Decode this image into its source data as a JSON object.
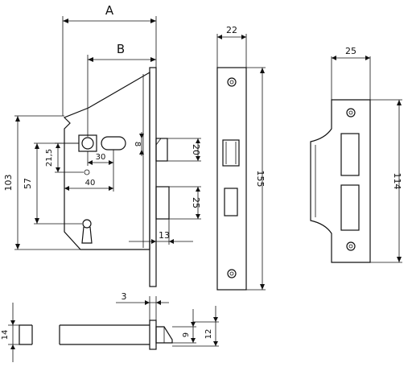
{
  "diagram": {
    "line_color": "#111111",
    "background": "#ffffff",
    "case_view": {
      "label_a": "A",
      "label_b": "B",
      "dim_height": "103",
      "dim_follower_to_keyhole": "57",
      "dim_follower_offset": "21,5",
      "dim_30": "30",
      "dim_40": "40",
      "dim_latch_height": "20",
      "dim_bolt_height": "25",
      "dim_bolt_throw": "13",
      "dim_small_8": "8"
    },
    "forend_view": {
      "dim_width": "22",
      "dim_height": "155"
    },
    "strike_view": {
      "dim_width": "25",
      "dim_height": "114"
    },
    "bottom_view": {
      "dim_forend_thickness": "3",
      "dim_case_thickness": "14",
      "dim_bolt_9": "9",
      "dim_bolt_12": "12"
    }
  }
}
